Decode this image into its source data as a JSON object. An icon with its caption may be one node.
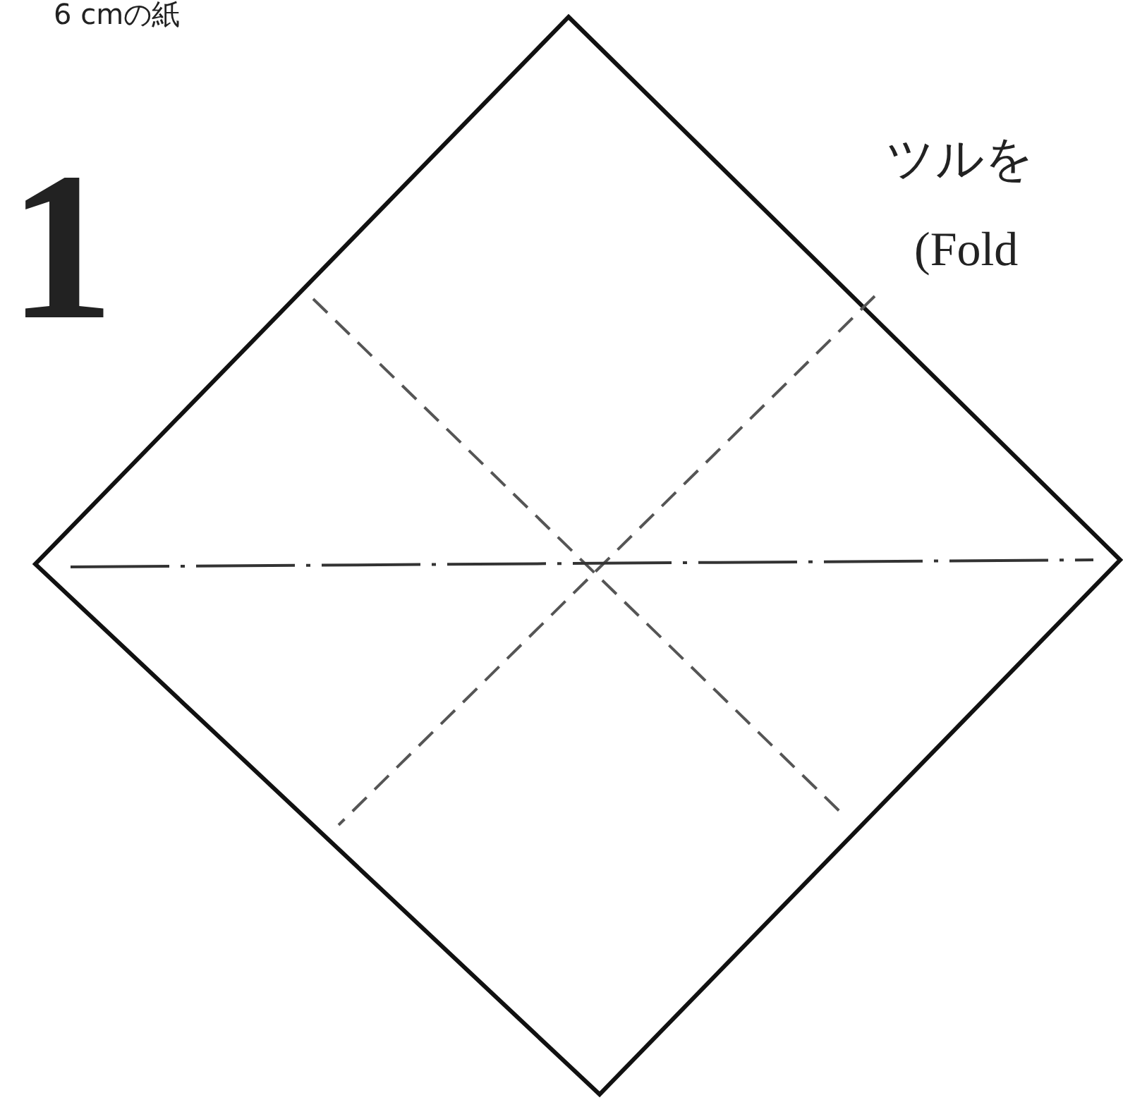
{
  "diagram": {
    "labels": [
      "6 cmの紙",
      "1",
      "ツルを",
      "(Fold"
    ]
  }
}
